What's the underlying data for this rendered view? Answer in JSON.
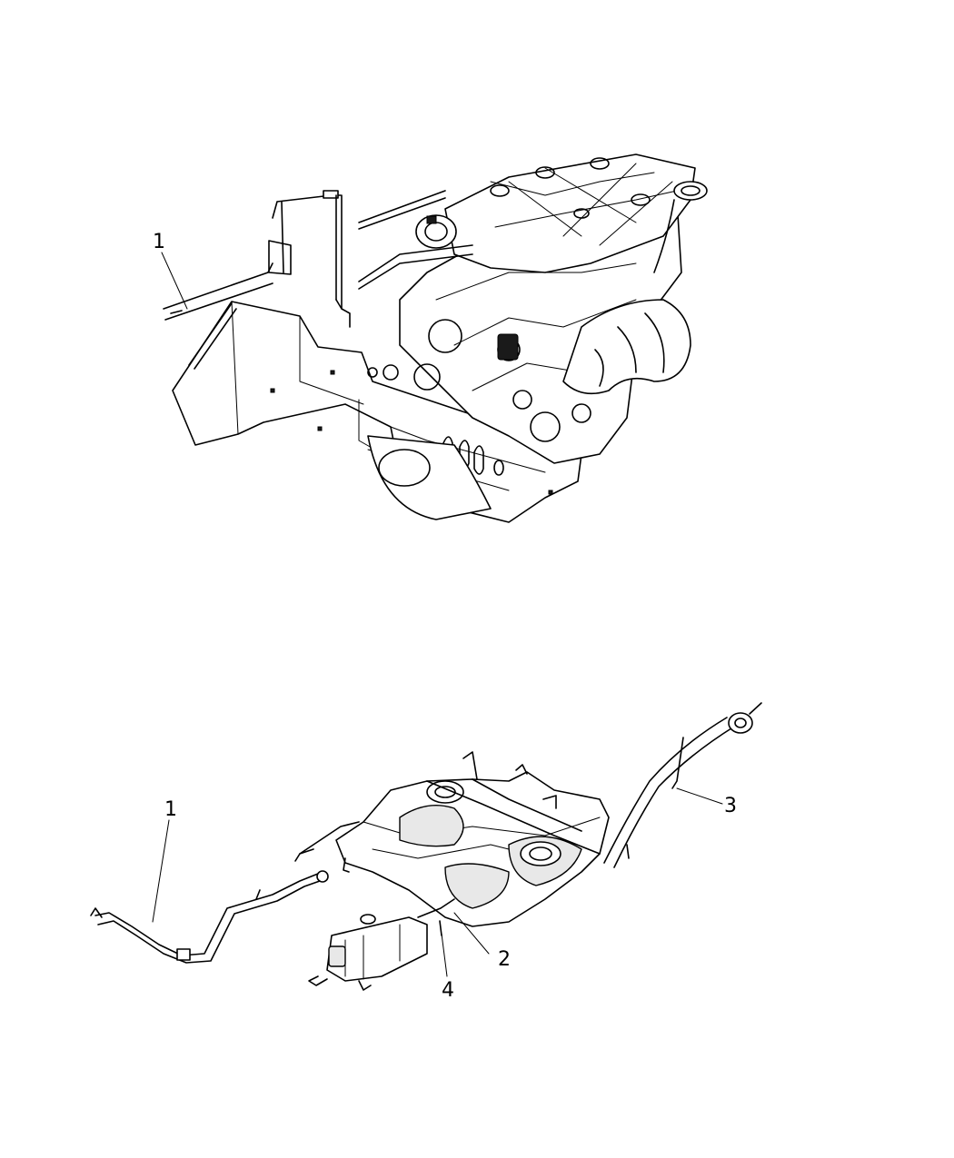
{
  "callouts": {
    "top_1": "1",
    "bottom_1": "1",
    "bottom_2": "2",
    "bottom_3": "3",
    "bottom_4": "4"
  }
}
